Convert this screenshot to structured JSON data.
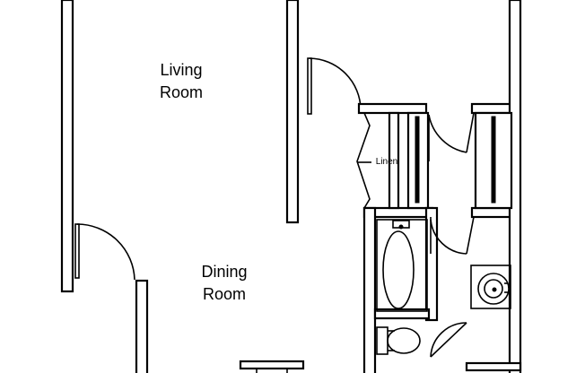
{
  "rooms": {
    "living": {
      "line1": "Living",
      "line2": "Room"
    },
    "dining": {
      "line1": "Dining",
      "line2": "Room"
    },
    "linen": "Linen"
  },
  "colors": {
    "wall_stroke": "#000000",
    "background": "#ffffff"
  }
}
